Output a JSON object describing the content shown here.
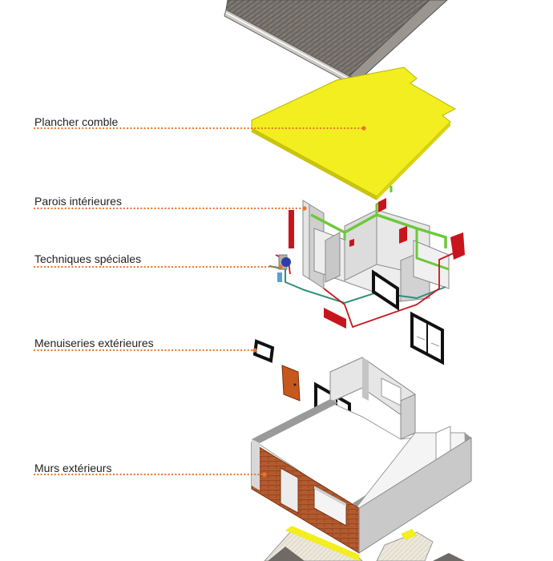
{
  "labels": {
    "plancher": "Plancher comble",
    "parois": "Parois intérieures",
    "techniques": "Techniques spéciales",
    "menuiseries": "Menuiseries extérieures",
    "murs": "Murs extérieurs"
  },
  "colors": {
    "leader": "#e8742a",
    "floor_slab": "#f2ee1f",
    "roof_tiles": "#6f6a65",
    "brick": "#a9532a",
    "water_pipe": "#2f8f7a",
    "vent_pipe": "#6cc93a",
    "red_element": "#c8151d",
    "blue_element": "#2b3fa8",
    "door": "#c6581c"
  }
}
